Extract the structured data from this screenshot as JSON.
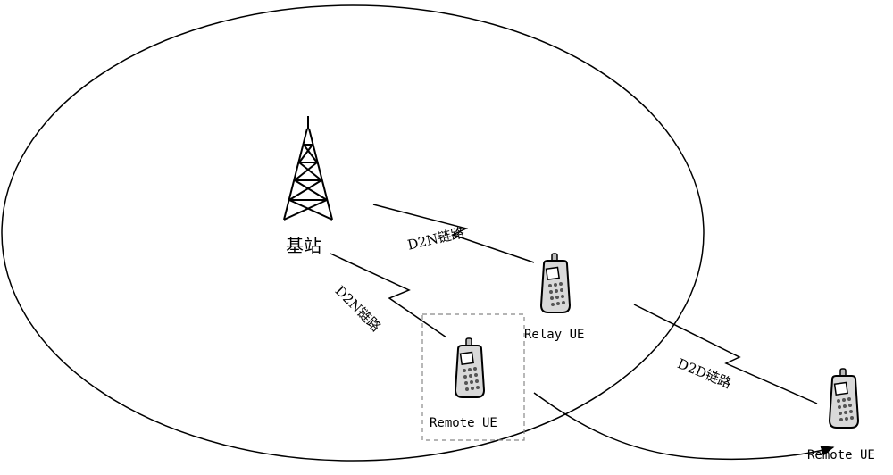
{
  "base_station": {
    "label": "基站",
    "icon": "cell-tower-icon"
  },
  "links": {
    "d2n_relay": "D2N链路",
    "d2n_remote": "D2N链路",
    "d2d": "D2D链路"
  },
  "devices": {
    "relay": {
      "label": "Relay UE",
      "icon": "mobile-phone-icon"
    },
    "remote_in": {
      "label": "Remote UE",
      "icon": "mobile-phone-icon"
    },
    "remote_out": {
      "label": "Remote UE",
      "icon": "mobile-phone-icon"
    }
  },
  "colors": {
    "stroke": "#000000",
    "phone_body": "#d9d9d9",
    "screen": "#ffffff",
    "dash_box": "#888888"
  }
}
